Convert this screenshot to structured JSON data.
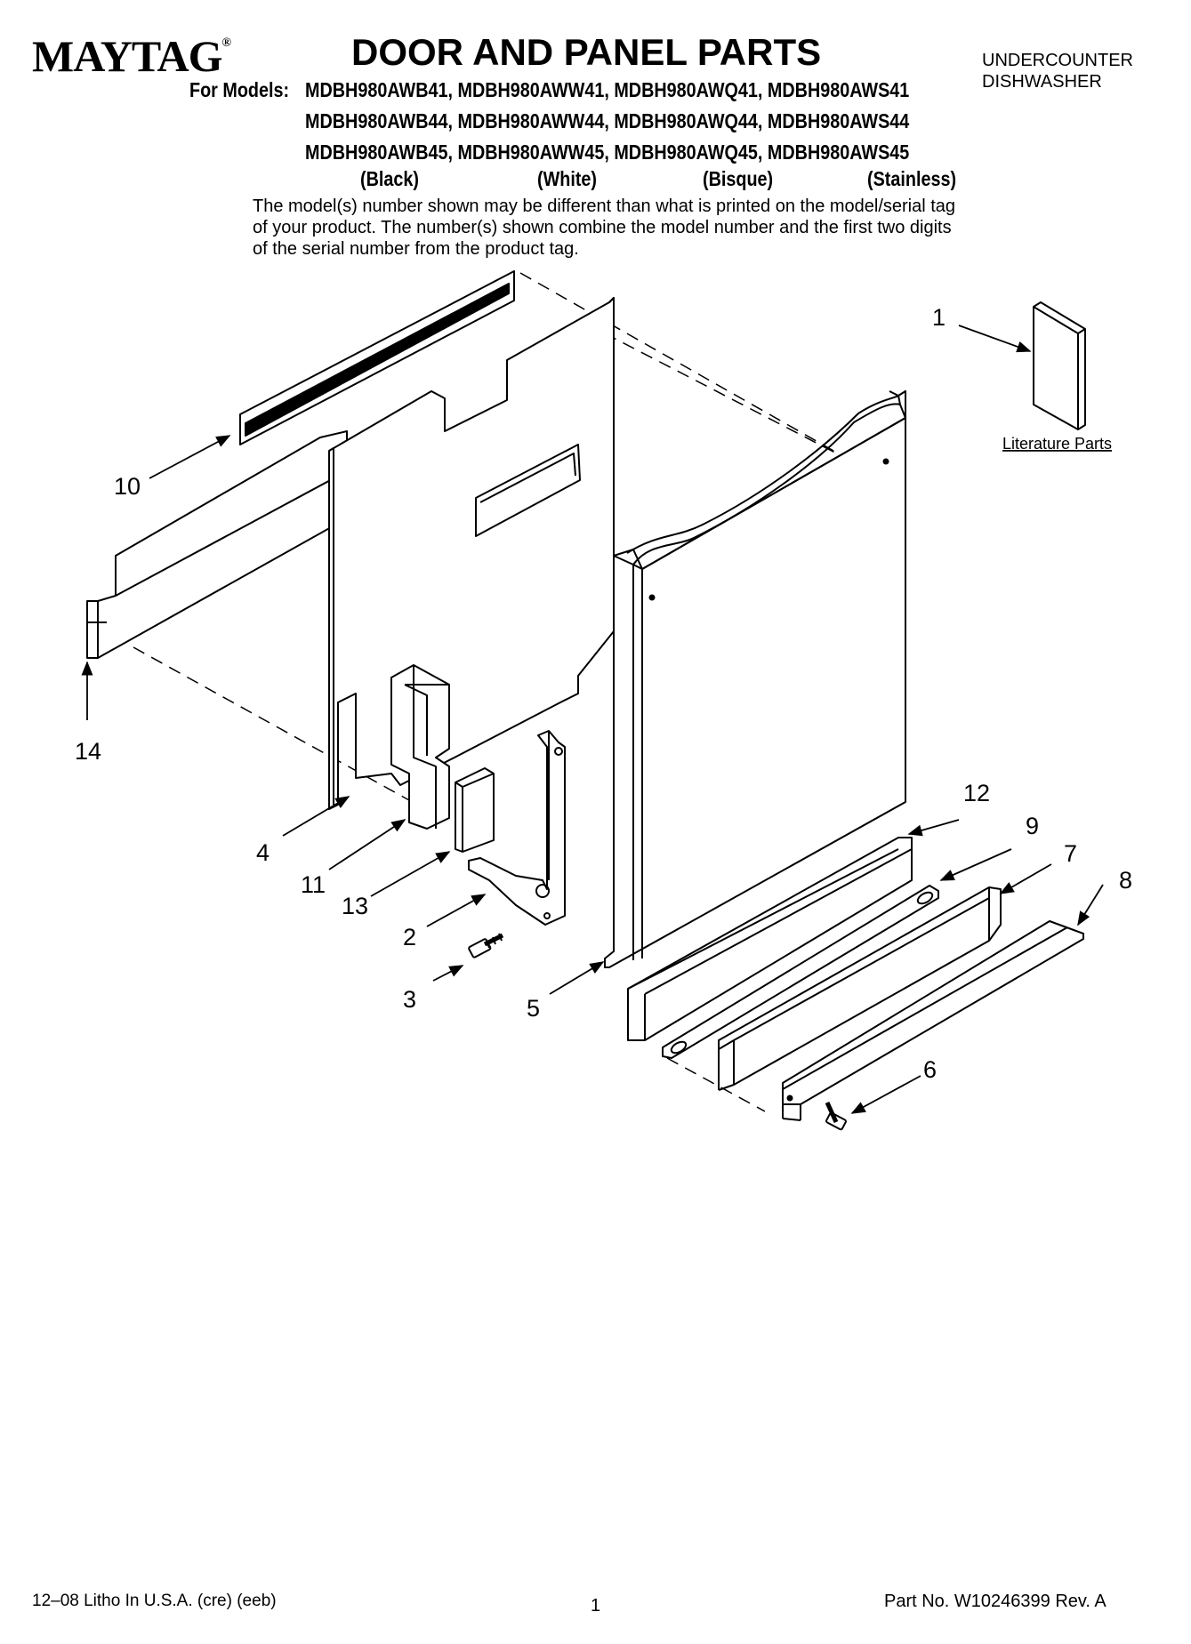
{
  "header": {
    "brand": "MAYTAG",
    "brand_mark": "®",
    "title": "DOOR AND PANEL PARTS",
    "product_line1": "UNDERCOUNTER",
    "product_line2": "DISHWASHER",
    "models_label": "For Models:",
    "model_rows": [
      "MDBH980AWB41, MDBH980AWW41, MDBH980AWQ41, MDBH980AWS41",
      "MDBH980AWB44, MDBH980AWW44, MDBH980AWQ44, MDBH980AWS44",
      "MDBH980AWB45, MDBH980AWW45, MDBH980AWQ45, MDBH980AWS45"
    ],
    "colors": [
      "(Black)",
      "(White)",
      "(Bisque)",
      "(Stainless)"
    ],
    "disclaimer": "The model(s) number shown may be different than what is printed on the model/serial tag of your product. The number(s) shown combine the model number and the first two digits of the serial number from the product tag."
  },
  "diagram": {
    "callouts": [
      "1",
      "2",
      "3",
      "4",
      "5",
      "6",
      "7",
      "8",
      "9",
      "10",
      "11",
      "12",
      "13",
      "14"
    ],
    "literature_label": "Literature Parts"
  },
  "footer": {
    "litho": "12–08 Litho In U.S.A. (cre) (eeb)",
    "page": "1",
    "part_no": "Part No. W10246399 Rev. A"
  }
}
